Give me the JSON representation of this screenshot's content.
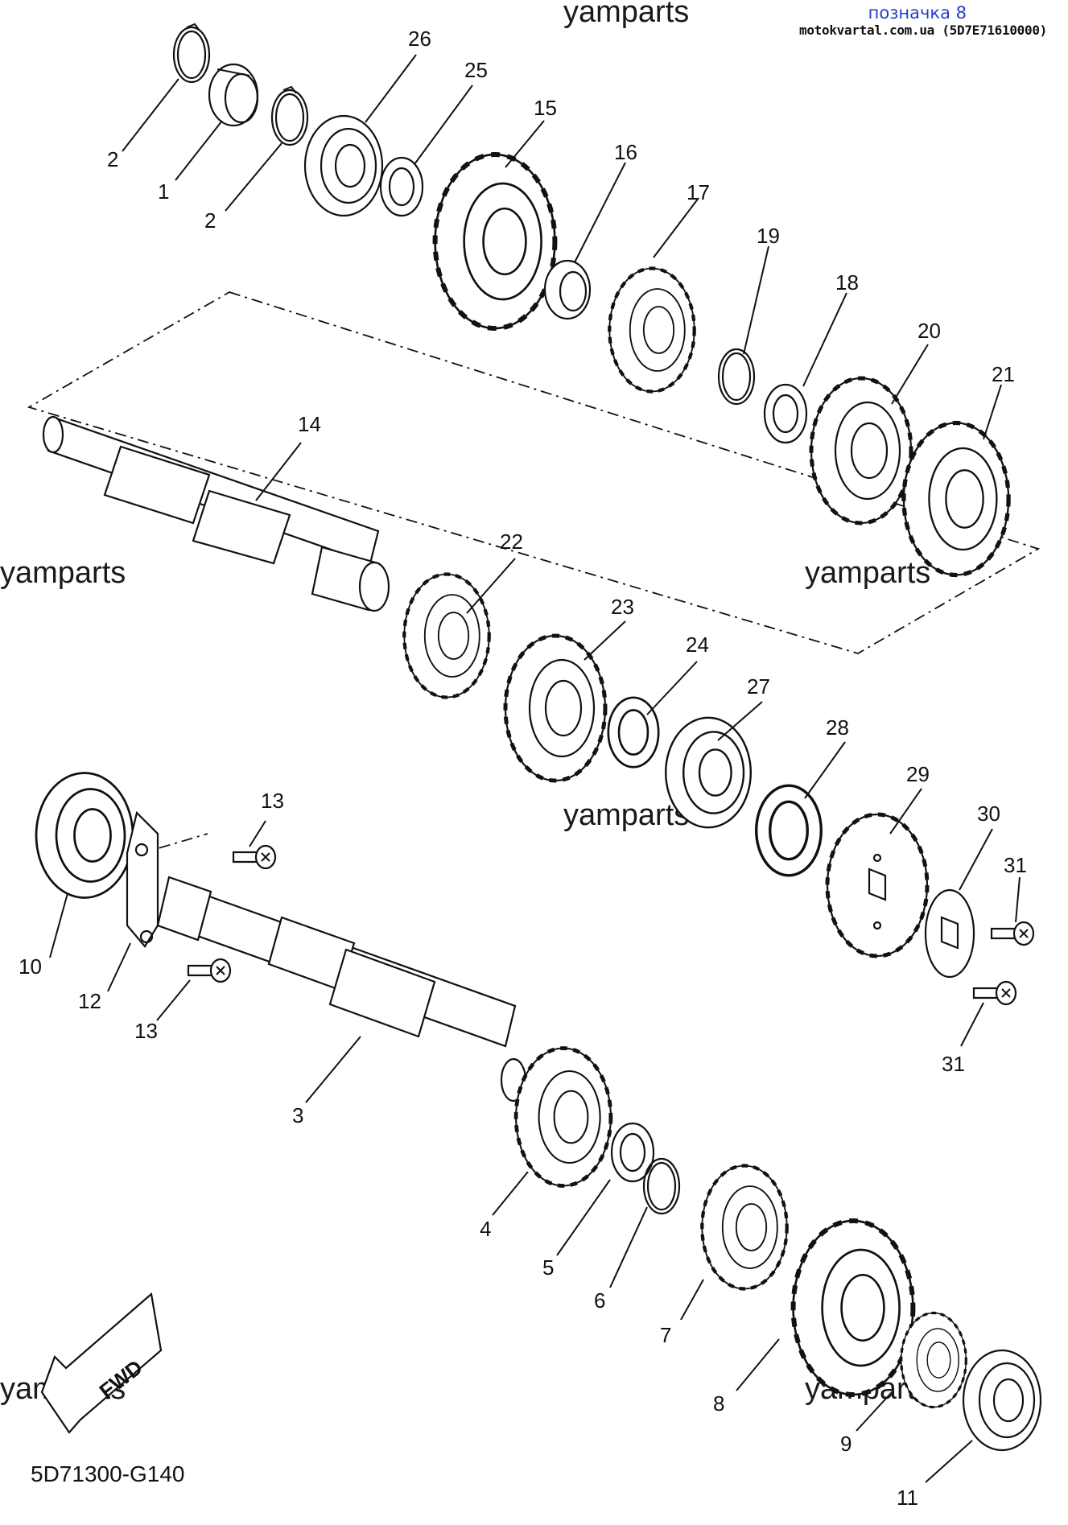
{
  "header": {
    "label": "позначка 8",
    "site": "motokvartal.com.ua (5D7E71610000)"
  },
  "watermark": "yamparts",
  "diagram_code": "5D71300-G140",
  "fwd_label": "FWD",
  "callouts": {
    "c1": "1",
    "c2a": "2",
    "c2b": "2",
    "c3": "3",
    "c4": "4",
    "c5": "5",
    "c6": "6",
    "c7": "7",
    "c8": "8",
    "c9": "9",
    "c10": "10",
    "c11": "11",
    "c12": "12",
    "c13a": "13",
    "c13b": "13",
    "c14": "14",
    "c15": "15",
    "c16": "16",
    "c17": "17",
    "c18": "18",
    "c19": "19",
    "c20": "20",
    "c21": "21",
    "c22": "22",
    "c23": "23",
    "c24": "24",
    "c25": "25",
    "c26": "26",
    "c27": "27",
    "c28": "28",
    "c29": "29",
    "c30": "30",
    "c31a": "31",
    "c31b": "31"
  }
}
